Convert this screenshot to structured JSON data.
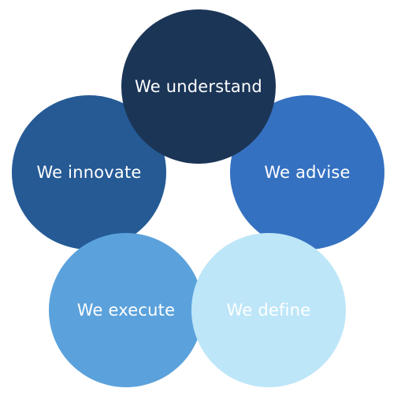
{
  "cycle": {
    "steps": [
      {
        "label": "We understand",
        "fill": "#1B3556",
        "text_color": "#FFFFFF"
      },
      {
        "label": "We advise",
        "fill": "#3571C1",
        "text_color": "#FFFFFF"
      },
      {
        "label": "We define",
        "fill": "#BDE6F8",
        "text_color": "#FFFFFF"
      },
      {
        "label": "We execute",
        "fill": "#5BA2DC",
        "text_color": "#FFFFFF"
      },
      {
        "label": "We innovate",
        "fill": "#255A95",
        "text_color": "#FFFFFF"
      }
    ]
  }
}
